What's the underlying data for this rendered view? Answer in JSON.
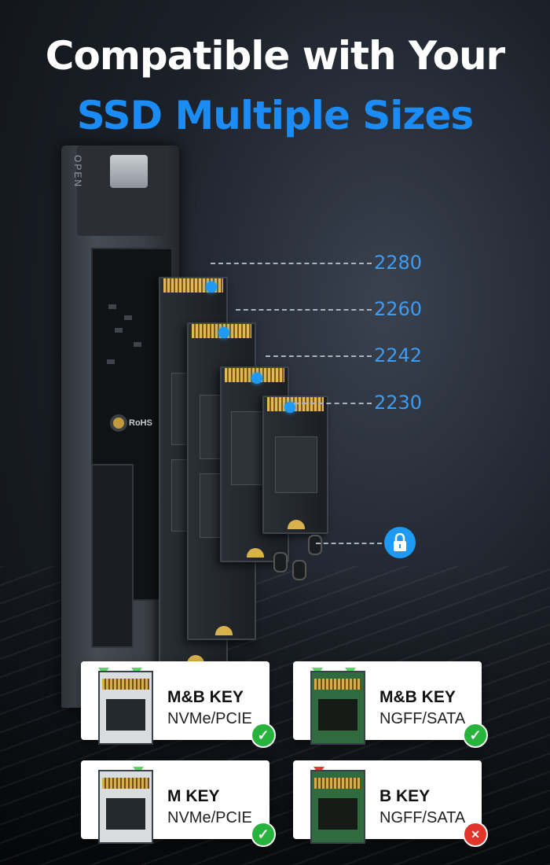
{
  "headline": {
    "line1": "Compatible with Your",
    "line2": "SSD Multiple Sizes"
  },
  "enclosure": {
    "side_text": "OPEN",
    "board_text": "RoHS"
  },
  "sizes": [
    {
      "label": "2280"
    },
    {
      "label": "2260"
    },
    {
      "label": "2242"
    },
    {
      "label": "2230"
    }
  ],
  "lock_icon": "lock-icon",
  "cards": [
    {
      "key": "M&B KEY",
      "type": "NVMe/PCIE",
      "status": "compatible",
      "status_icon": "check-icon"
    },
    {
      "key": "M&B KEY",
      "type": "NGFF/SATA",
      "status": "compatible",
      "status_icon": "check-icon"
    },
    {
      "key": "M KEY",
      "type": "NVMe/PCIE",
      "status": "compatible",
      "status_icon": "check-icon"
    },
    {
      "key": "B KEY",
      "type": "NGFF/SATA",
      "status": "incompatible",
      "status_icon": "cross-icon"
    }
  ],
  "colors": {
    "accent": "#1b8cf5",
    "ok": "#27b33c",
    "bad": "#e1352c"
  }
}
